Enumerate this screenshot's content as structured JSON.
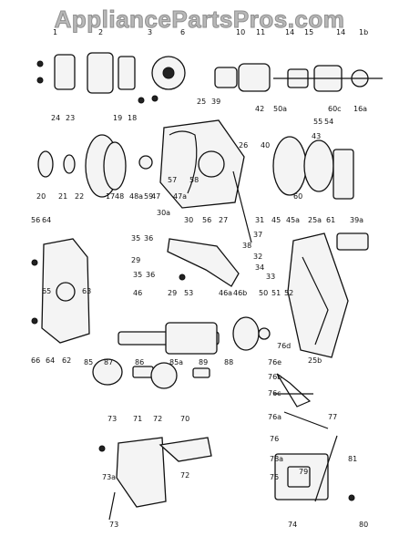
{
  "watermark": "AppliancePartsPros.com",
  "labels": [
    {
      "text": "1",
      "group": "top"
    },
    {
      "text": "2",
      "group": "top"
    },
    {
      "text": "3",
      "group": "top"
    },
    {
      "text": "6",
      "group": "top"
    },
    {
      "text": "10",
      "group": "top"
    },
    {
      "text": "11",
      "group": "top"
    },
    {
      "text": "14",
      "group": "top"
    },
    {
      "text": "15",
      "group": "top"
    },
    {
      "text": "14",
      "group": "top"
    },
    {
      "text": "1b",
      "group": "top"
    },
    {
      "text": "24",
      "group": "upper"
    },
    {
      "text": "23",
      "group": "upper"
    },
    {
      "text": "19",
      "group": "upper"
    },
    {
      "text": "18",
      "group": "upper"
    },
    {
      "text": "25",
      "group": "upper"
    },
    {
      "text": "39",
      "group": "upper"
    },
    {
      "text": "42",
      "group": "upper"
    },
    {
      "text": "50a",
      "group": "upper"
    },
    {
      "text": "60c",
      "group": "upper"
    },
    {
      "text": "16a",
      "group": "upper"
    },
    {
      "text": "55",
      "group": "upper"
    },
    {
      "text": "54",
      "group": "upper"
    },
    {
      "text": "26",
      "group": "upper"
    },
    {
      "text": "40",
      "group": "upper"
    },
    {
      "text": "43",
      "group": "upper"
    },
    {
      "text": "20",
      "group": "mid"
    },
    {
      "text": "21",
      "group": "mid"
    },
    {
      "text": "22",
      "group": "mid"
    },
    {
      "text": "17",
      "group": "mid"
    },
    {
      "text": "48",
      "group": "mid"
    },
    {
      "text": "48a",
      "group": "mid"
    },
    {
      "text": "59",
      "group": "mid"
    },
    {
      "text": "47",
      "group": "mid"
    },
    {
      "text": "47a",
      "group": "mid"
    },
    {
      "text": "57",
      "group": "mid"
    },
    {
      "text": "58",
      "group": "mid"
    },
    {
      "text": "60",
      "group": "mid"
    },
    {
      "text": "30a",
      "group": "mid"
    },
    {
      "text": "30",
      "group": "mid"
    },
    {
      "text": "56",
      "group": "mid"
    },
    {
      "text": "27",
      "group": "mid"
    },
    {
      "text": "31",
      "group": "mid"
    },
    {
      "text": "45",
      "group": "mid"
    },
    {
      "text": "45a",
      "group": "mid"
    },
    {
      "text": "25a",
      "group": "mid"
    },
    {
      "text": "61",
      "group": "mid"
    },
    {
      "text": "39a",
      "group": "mid"
    },
    {
      "text": "56",
      "group": "mid"
    },
    {
      "text": "64",
      "group": "mid"
    },
    {
      "text": "35",
      "group": "lever"
    },
    {
      "text": "36",
      "group": "lever"
    },
    {
      "text": "37",
      "group": "lever"
    },
    {
      "text": "38",
      "group": "lever"
    },
    {
      "text": "32",
      "group": "lever"
    },
    {
      "text": "34",
      "group": "lever"
    },
    {
      "text": "29",
      "group": "lever"
    },
    {
      "text": "33",
      "group": "lever"
    },
    {
      "text": "35",
      "group": "lever"
    },
    {
      "text": "36",
      "group": "lever"
    },
    {
      "text": "46",
      "group": "lever"
    },
    {
      "text": "29",
      "group": "lever"
    },
    {
      "text": "53",
      "group": "lever"
    },
    {
      "text": "46a",
      "group": "lever"
    },
    {
      "text": "46b",
      "group": "lever"
    },
    {
      "text": "50",
      "group": "lever"
    },
    {
      "text": "51",
      "group": "lever"
    },
    {
      "text": "52",
      "group": "lever"
    },
    {
      "text": "65",
      "group": "lower"
    },
    {
      "text": "63",
      "group": "lower"
    },
    {
      "text": "66",
      "group": "lower"
    },
    {
      "text": "64",
      "group": "lower"
    },
    {
      "text": "62",
      "group": "lower"
    },
    {
      "text": "85",
      "group": "lower"
    },
    {
      "text": "87",
      "group": "lower"
    },
    {
      "text": "86",
      "group": "lower"
    },
    {
      "text": "85a",
      "group": "lower"
    },
    {
      "text": "89",
      "group": "lower"
    },
    {
      "text": "88",
      "group": "lower"
    },
    {
      "text": "25b",
      "group": "lower"
    },
    {
      "text": "76d",
      "group": "lower"
    },
    {
      "text": "76e",
      "group": "lower"
    },
    {
      "text": "76b",
      "group": "lower"
    },
    {
      "text": "76c",
      "group": "lower"
    },
    {
      "text": "76a",
      "group": "lower"
    },
    {
      "text": "73",
      "group": "bottom"
    },
    {
      "text": "71",
      "group": "bottom"
    },
    {
      "text": "72",
      "group": "bottom"
    },
    {
      "text": "70",
      "group": "bottom"
    },
    {
      "text": "77",
      "group": "bottom"
    },
    {
      "text": "76",
      "group": "bottom"
    },
    {
      "text": "78a",
      "group": "bottom"
    },
    {
      "text": "75",
      "group": "bottom"
    },
    {
      "text": "79",
      "group": "bottom"
    },
    {
      "text": "81",
      "group": "bottom"
    },
    {
      "text": "73a",
      "group": "bottom"
    },
    {
      "text": "72",
      "group": "bottom"
    },
    {
      "text": "73",
      "group": "bottom"
    },
    {
      "text": "74",
      "group": "bottom"
    },
    {
      "text": "80",
      "group": "bottom"
    }
  ]
}
